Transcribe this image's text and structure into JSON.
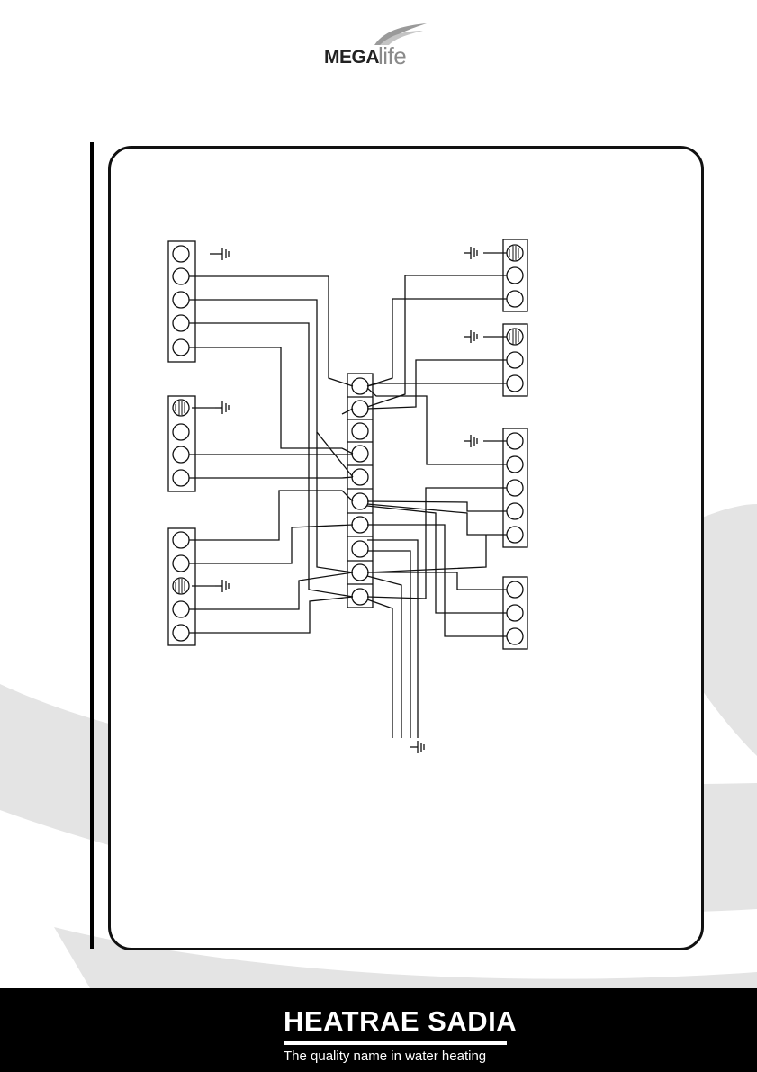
{
  "header": {
    "logo_mega": "MEGA",
    "logo_life": "life"
  },
  "footer": {
    "brand": "HEATRAE SADIA",
    "tagline": "The quality name in water heating"
  },
  "colors": {
    "ink": "#111111",
    "footer_bg": "#000000",
    "background_swoosh": "#e3e3e3"
  },
  "icons": [
    "earth-icon"
  ]
}
